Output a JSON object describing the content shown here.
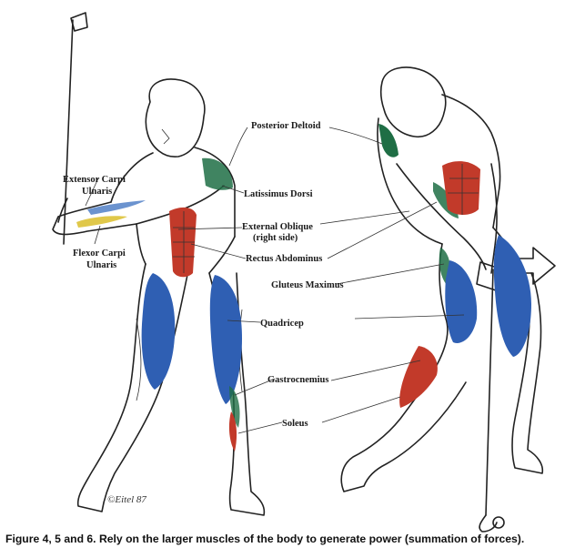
{
  "colors": {
    "quadricep": "#2f5fb3",
    "rectus": "#c23a2a",
    "deltoid": "#1f6e45",
    "flexor": "#e0c84a",
    "extensor": "#3a6fbf",
    "gastro": "#b83224",
    "ink": "#222222"
  },
  "labels": {
    "extensor": [
      "Extensor Carpi",
      "Ulnaris"
    ],
    "flexor": [
      "Flexor Carpi",
      "Ulnaris"
    ],
    "posterior_deltoid": "Posterior Deltoid",
    "latissimus": "Latissimus Dorsi",
    "external_oblique": [
      "External Oblique",
      "(right side)"
    ],
    "rectus": "Rectus Abdominus",
    "gluteus": "Gluteus Maximus",
    "quadricep": "Quadricep",
    "gastrocnemius": "Gastrocnemius",
    "soleus": "Soleus"
  },
  "signature": "©Eitel 87",
  "caption": "Figure 4, 5 and 6.  Rely on the larger muscles of the body to generate power (summation of forces)."
}
